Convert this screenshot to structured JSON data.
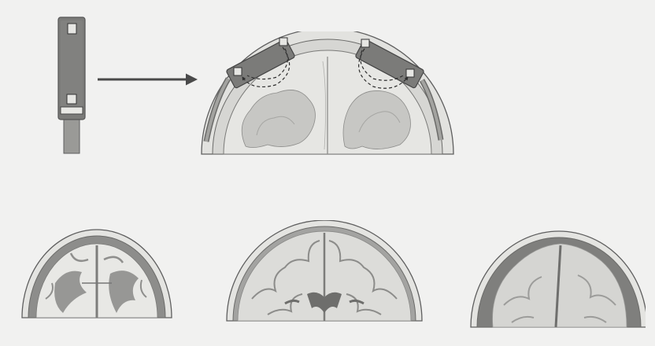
{
  "figure": {
    "style": "pencil medical illustration",
    "colors": {
      "paper": "#f1f1f0",
      "pencil_line": "#5f5f5f",
      "skull_fill": "#d9d9d6",
      "brain_fill": "#c4c4c1",
      "csf_space": "#8a8a88",
      "sensor_body": "#7b7b79",
      "dashed_path": "#2e2e2e"
    },
    "panels": [
      {
        "id": "sensor",
        "icon": "nirs-sensor-strip"
      },
      {
        "id": "placement",
        "icon": "arrow-right"
      },
      {
        "id": "head-with-sensors",
        "icon": "brain-cross-section-with-optodes"
      },
      {
        "id": "atrophic-brain",
        "icon": "brain-cross-section-wide-csf"
      },
      {
        "id": "normal-brain",
        "icon": "brain-cross-section-normal"
      },
      {
        "id": "enlarged-extra-axial-space",
        "icon": "brain-cross-section-thick-csf"
      }
    ]
  }
}
